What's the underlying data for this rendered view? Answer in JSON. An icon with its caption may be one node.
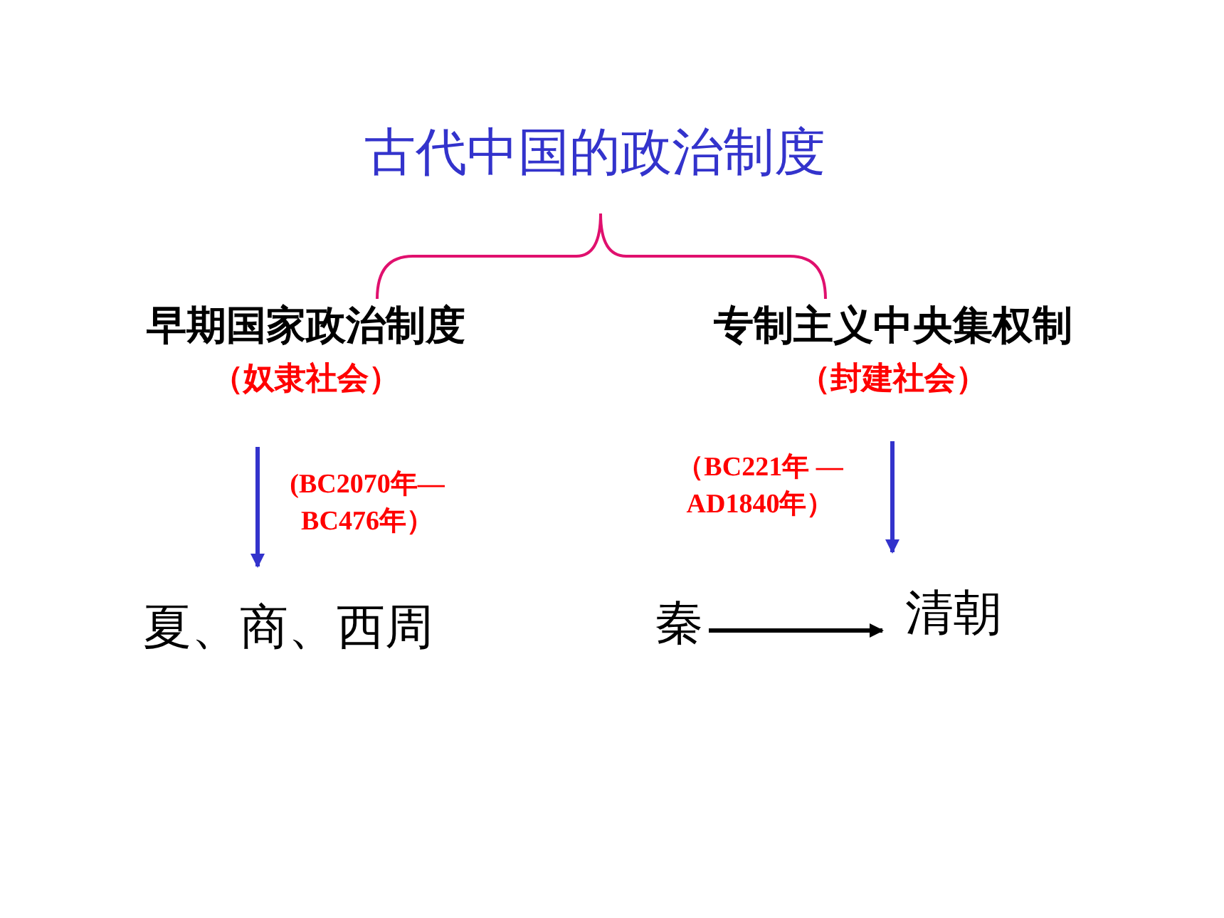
{
  "diagram": {
    "nodes": [
      {
        "text": [
          "古代中国的政治制度"
        ]
      },
      {
        "text": [
          "早期国家政治制度",
          "（奴隶社会）"
        ]
      },
      {
        "text": [
          "专制主义中央集权制",
          "（封建社会）"
        ]
      },
      {
        "text": [
          "夏、商、西周"
        ]
      },
      {
        "text": [
          "秦"
        ]
      },
      {
        "text": [
          "清朝"
        ]
      }
    ],
    "edges": [
      {
        "from": 0,
        "to": 1,
        "arrow": "none",
        "color": "#e0106e"
      },
      {
        "from": 0,
        "to": 2,
        "arrow": "none",
        "color": "#e0106e"
      },
      {
        "from": 1,
        "to": 3,
        "arrow": "to",
        "label": "(BC2070年— BC476年）",
        "color": "#3333cc"
      },
      {
        "from": 2,
        "to": 5,
        "arrow": "to",
        "label": "（BC221年 — AD1840年）",
        "color": "#3333cc"
      },
      {
        "from": 4,
        "to": 5,
        "arrow": "to",
        "color": "#000000"
      }
    ]
  }
}
